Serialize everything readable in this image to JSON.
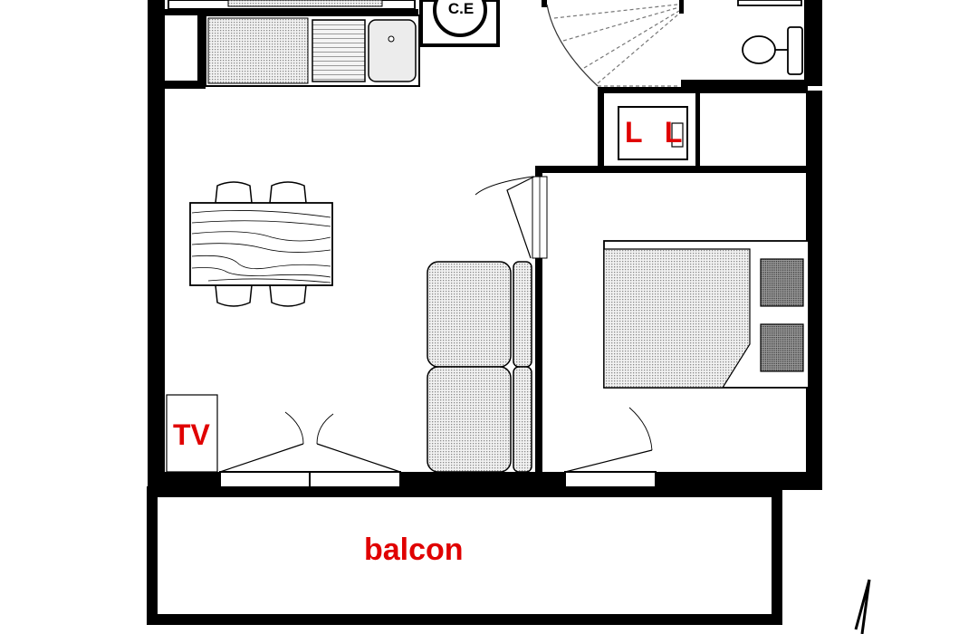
{
  "labels": {
    "water_heater": "C.E",
    "washing_machine": "L L",
    "television": "TV",
    "balcony": "balcon"
  },
  "colors": {
    "wall": "#000000",
    "label_red": "#e00000",
    "hatch": "#8a8a8a",
    "furniture_fill": "#e6e6e6",
    "background": "#ffffff"
  }
}
